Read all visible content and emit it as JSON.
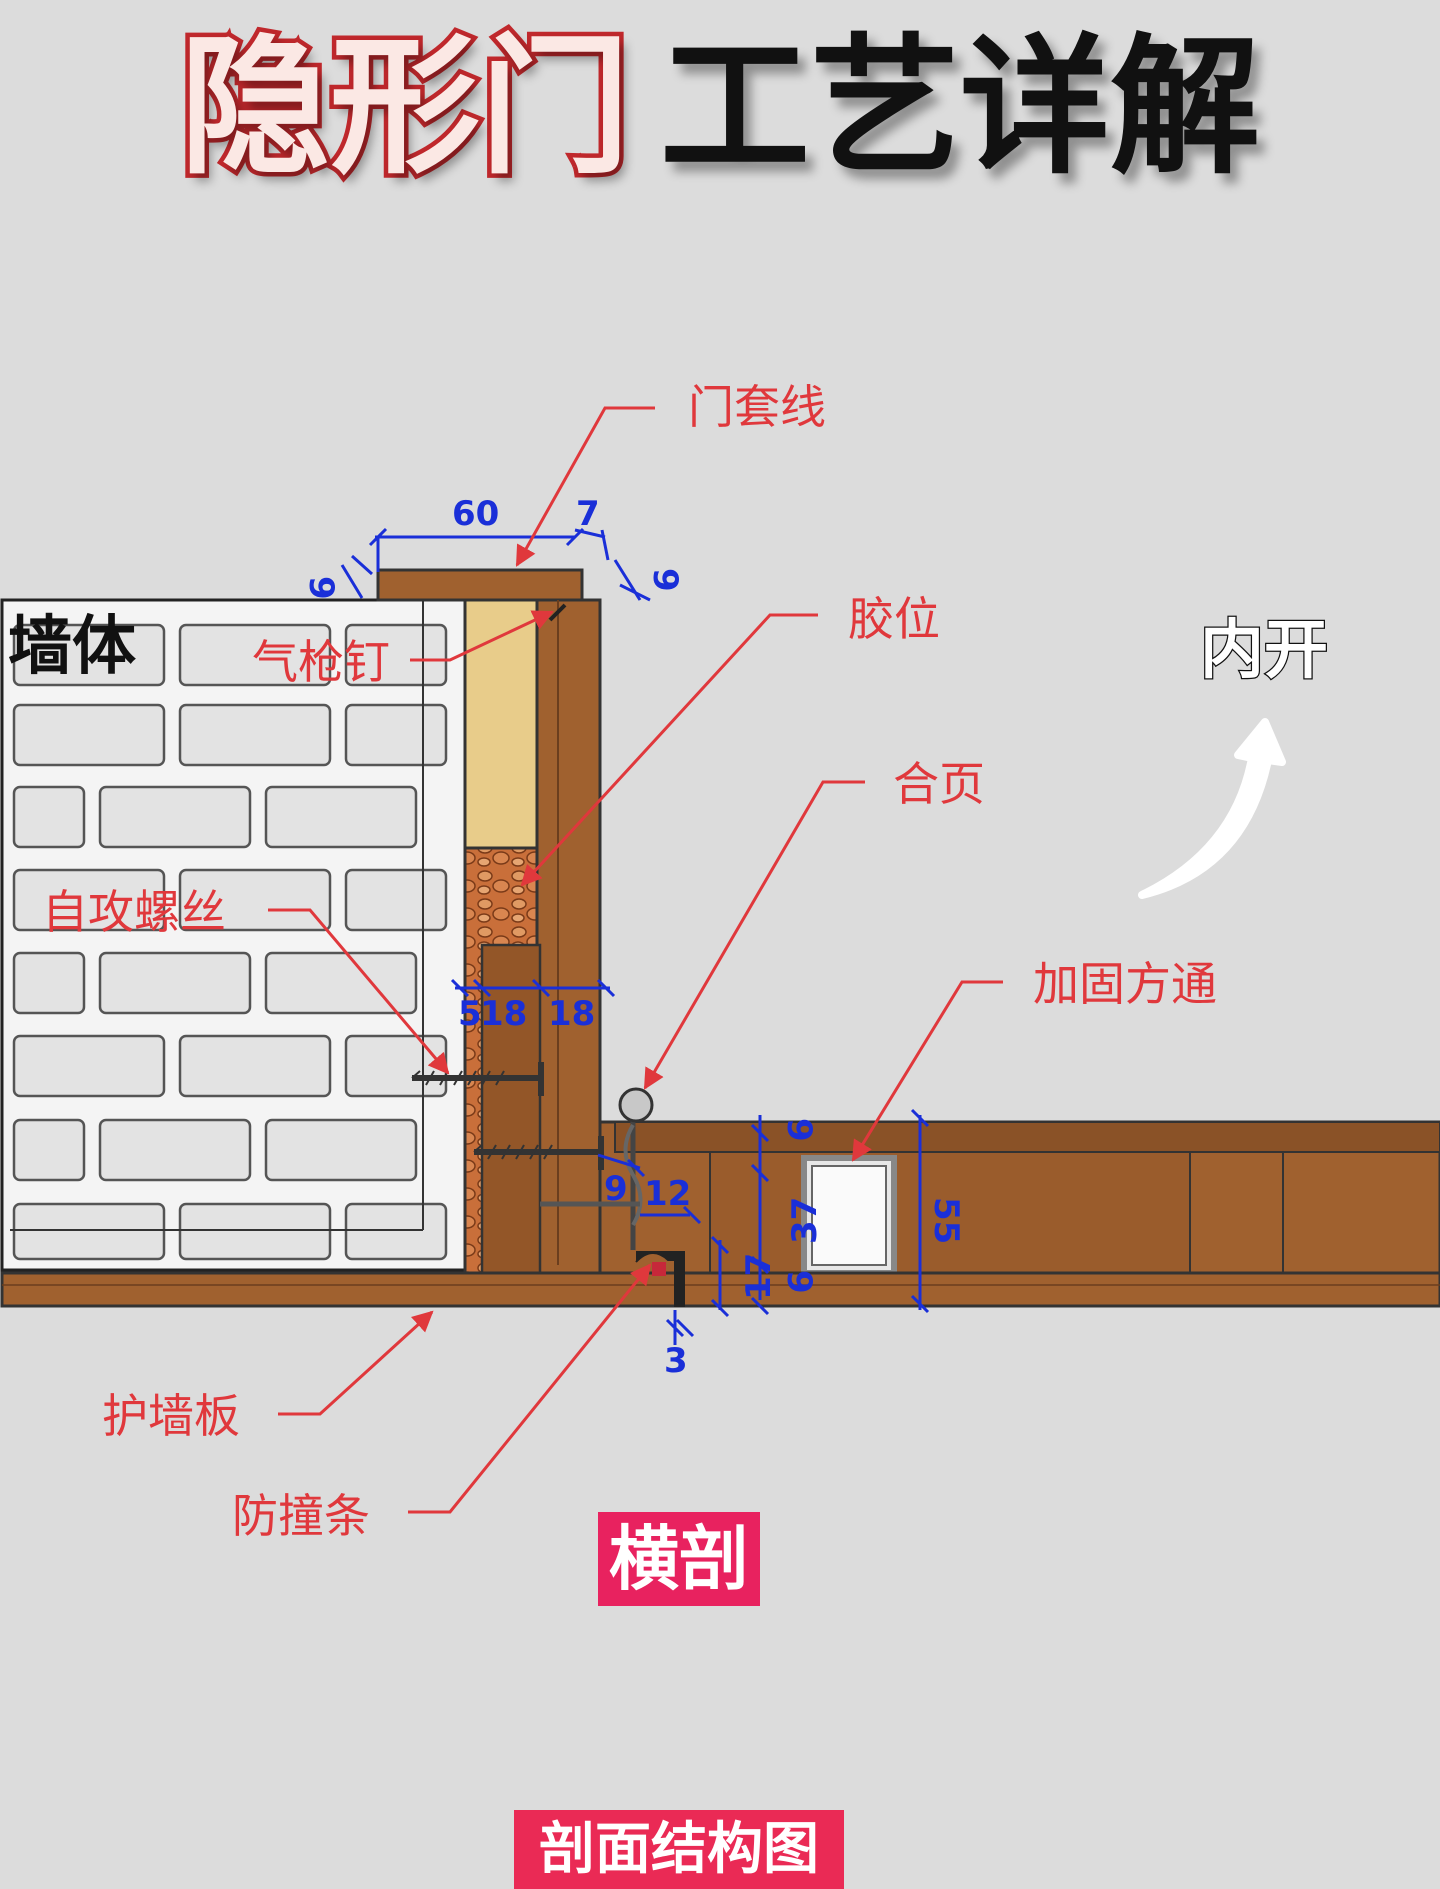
{
  "title": {
    "red": "隐形门",
    "black": "工艺详解"
  },
  "labels": {
    "wall": "墙体",
    "door_casing": "门套线",
    "nail": "气枪钉",
    "glue": "胶位",
    "hinge": "合页",
    "screw": "自攻螺丝",
    "reinforce_tube": "加固方通",
    "skirting": "护墙板",
    "bumper": "防撞条",
    "open_dir": "内开"
  },
  "dims": {
    "d60": "60",
    "d7": "7",
    "d9a": "9",
    "d9b": "9",
    "d5": "5",
    "d18a": "18",
    "d18b": "18",
    "d9c": "9",
    "d12": "12",
    "d9d": "9",
    "d37": "37",
    "d55": "55",
    "d17": "17",
    "d9e": "9",
    "d3": "3"
  },
  "badges": {
    "section": "横剖",
    "structure": "剖面结构图"
  },
  "colors": {
    "title_red": "#c0282c",
    "annotation_red": "#e0383c",
    "dimension_blue": "#1a2fd8",
    "wood": "#a0612f",
    "badge": "#e8225f"
  }
}
